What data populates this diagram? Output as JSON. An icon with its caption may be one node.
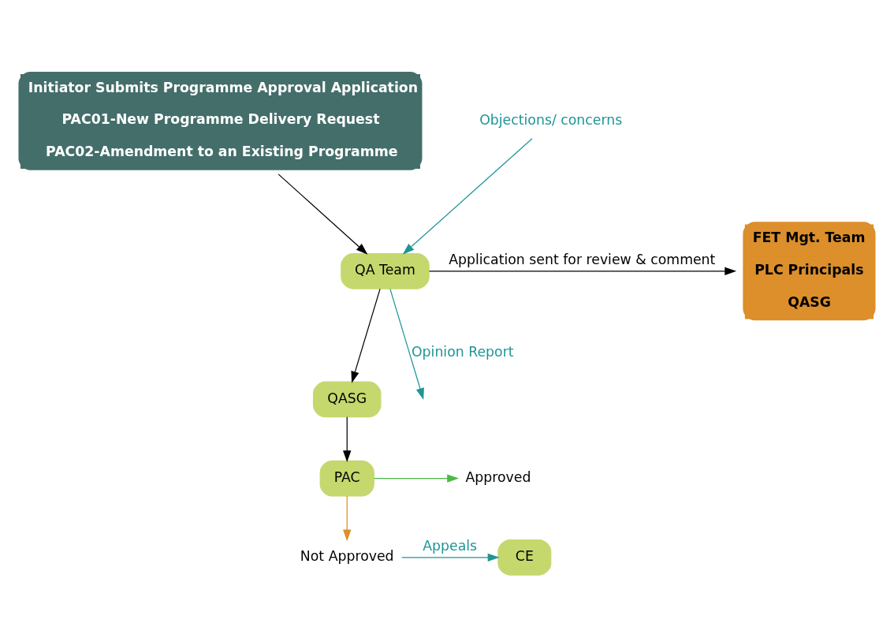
{
  "diagram": {
    "nodes": [
      {
        "text": [
          "Initiator Submits Programme Approval Application",
          "PAC01-New Programme Delivery Request",
          "PAC02-Amendment to an Existing Programme"
        ]
      },
      {
        "text": [
          "QA Team"
        ]
      },
      {
        "text": [
          "QASG"
        ]
      },
      {
        "text": [
          "PAC"
        ]
      },
      {
        "text": [
          "FET Mgt. Team",
          "PLC Principals",
          "QASG"
        ]
      },
      {
        "text": [
          "Approved"
        ]
      },
      {
        "text": [
          "Not Approved"
        ]
      },
      {
        "text": [
          "CE"
        ]
      },
      {
        "text": [
          "Objections/ concerns"
        ]
      }
    ],
    "edges": [
      {
        "from": 0,
        "to": 1,
        "arrow": "to"
      },
      {
        "from": 1,
        "to": 4,
        "arrow": "to",
        "label": "Application sent for review & comment"
      },
      {
        "from": 1,
        "to": 2,
        "arrow": "to"
      },
      {
        "from": 2,
        "to": 3,
        "arrow": "to"
      },
      {
        "from": 3,
        "to": 5,
        "arrow": "to",
        "color": "#4db848"
      },
      {
        "from": 3,
        "to": 6,
        "arrow": "to",
        "color": "#dc8f2a"
      },
      {
        "from": 6,
        "to": 7,
        "arrow": "to",
        "label": "Appeals",
        "color": "#1f9595"
      },
      {
        "from": 8,
        "to": 1,
        "arrow": "to",
        "color": "#1f9595"
      },
      {
        "from": 1,
        "to": null,
        "arrow": "to",
        "label": "Opinion Report",
        "color": "#1f9595"
      }
    ]
  }
}
